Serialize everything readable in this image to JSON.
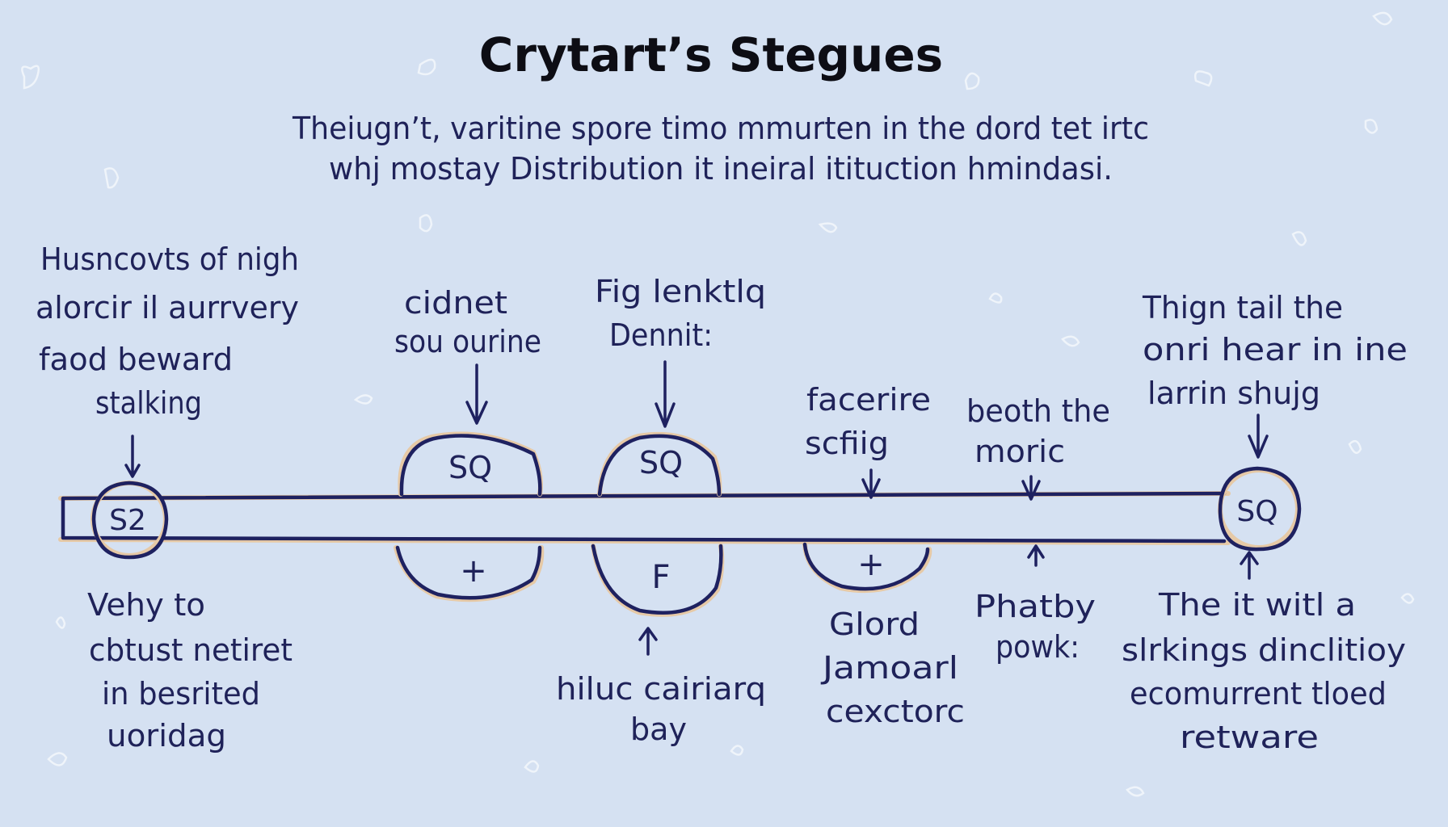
{
  "title": "Crytart’s Stegues",
  "subtitle": {
    "line1": "Theiugn’t, varitine spore timo mmurten in the dord tet irtc",
    "line2": "whj mostay Distribution it ineiral itituction hmindasi."
  },
  "nodes": {
    "left": "S2",
    "top1": "SQ",
    "top2": "SQ",
    "bottom1": "+",
    "bottom2": "F",
    "bottom3": "+",
    "right": "SQ"
  },
  "labels": {
    "top_left": [
      "Husncovts of nigh",
      "alorcir il aurrvery",
      "faod beward",
      "stalking"
    ],
    "top_1": [
      "cidnet",
      "sou ourine"
    ],
    "top_2": [
      "Fig lenktlq",
      "Dennit:"
    ],
    "top_3": [
      "facerire",
      "scfiig"
    ],
    "top_4": [
      "beoth the",
      "moric"
    ],
    "top_right": [
      "Thign tail the",
      "onri hear in ine",
      "larrin shujg"
    ],
    "bottom_left": [
      "Vehy to",
      "cbtust netiret",
      "in besrited",
      "uoridag"
    ],
    "bottom_2": [
      "hiluc cairiarq",
      "bay"
    ],
    "bottom_3": [
      "Glord",
      "Jamoarl",
      "cexctorc"
    ],
    "bottom_4": [
      "Phatby",
      "powk:"
    ],
    "bottom_right": [
      "The it witl a",
      "slrkings dinclitioy",
      "ecomurrent tloed",
      "retware"
    ]
  },
  "colors": {
    "background": "#d5e1f2",
    "ink": "#1e2160",
    "halo": "#e6c9a6"
  }
}
